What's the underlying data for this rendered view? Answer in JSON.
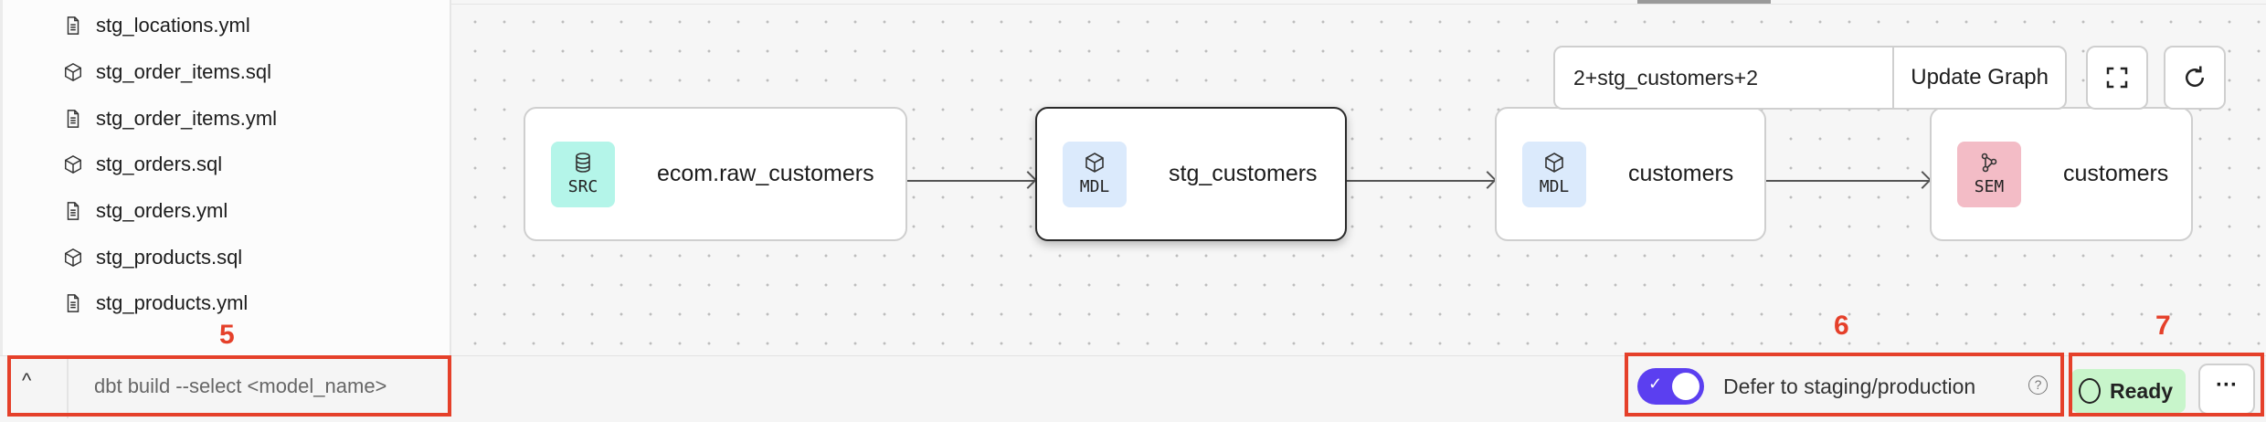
{
  "sidebar": {
    "files": [
      {
        "name": "stg_locations.yml",
        "icon": "file-icon"
      },
      {
        "name": "stg_order_items.sql",
        "icon": "cube-icon"
      },
      {
        "name": "stg_order_items.yml",
        "icon": "file-icon"
      },
      {
        "name": "stg_orders.sql",
        "icon": "cube-icon"
      },
      {
        "name": "stg_orders.yml",
        "icon": "file-icon"
      },
      {
        "name": "stg_products.sql",
        "icon": "cube-icon"
      },
      {
        "name": "stg_products.yml",
        "icon": "file-icon"
      }
    ]
  },
  "graph": {
    "query": "2+stg_customers+2",
    "update_label": "Update Graph",
    "nodes": [
      {
        "badge": "SRC",
        "label": "ecom.raw_customers",
        "color": "#b4f5e9"
      },
      {
        "badge": "MDL",
        "label": "stg_customers",
        "color": "#dbeafc",
        "selected": true
      },
      {
        "badge": "MDL",
        "label": "customers",
        "color": "#dbeafc"
      },
      {
        "badge": "SEM",
        "label": "customers",
        "color": "#f3bcc6"
      }
    ]
  },
  "bottom": {
    "command_placeholder": "dbt build --select <model_name>",
    "defer_label": "Defer to staging/production",
    "defer_enabled": true,
    "help": "?",
    "status": "Ready",
    "more": "···",
    "chevron": "^"
  },
  "annotations": {
    "a5": "5",
    "a6": "6",
    "a7": "7"
  },
  "colors": {
    "accent": "#5b3ff0",
    "annotation": "#e5402a",
    "ready": "#c8f5cb"
  }
}
